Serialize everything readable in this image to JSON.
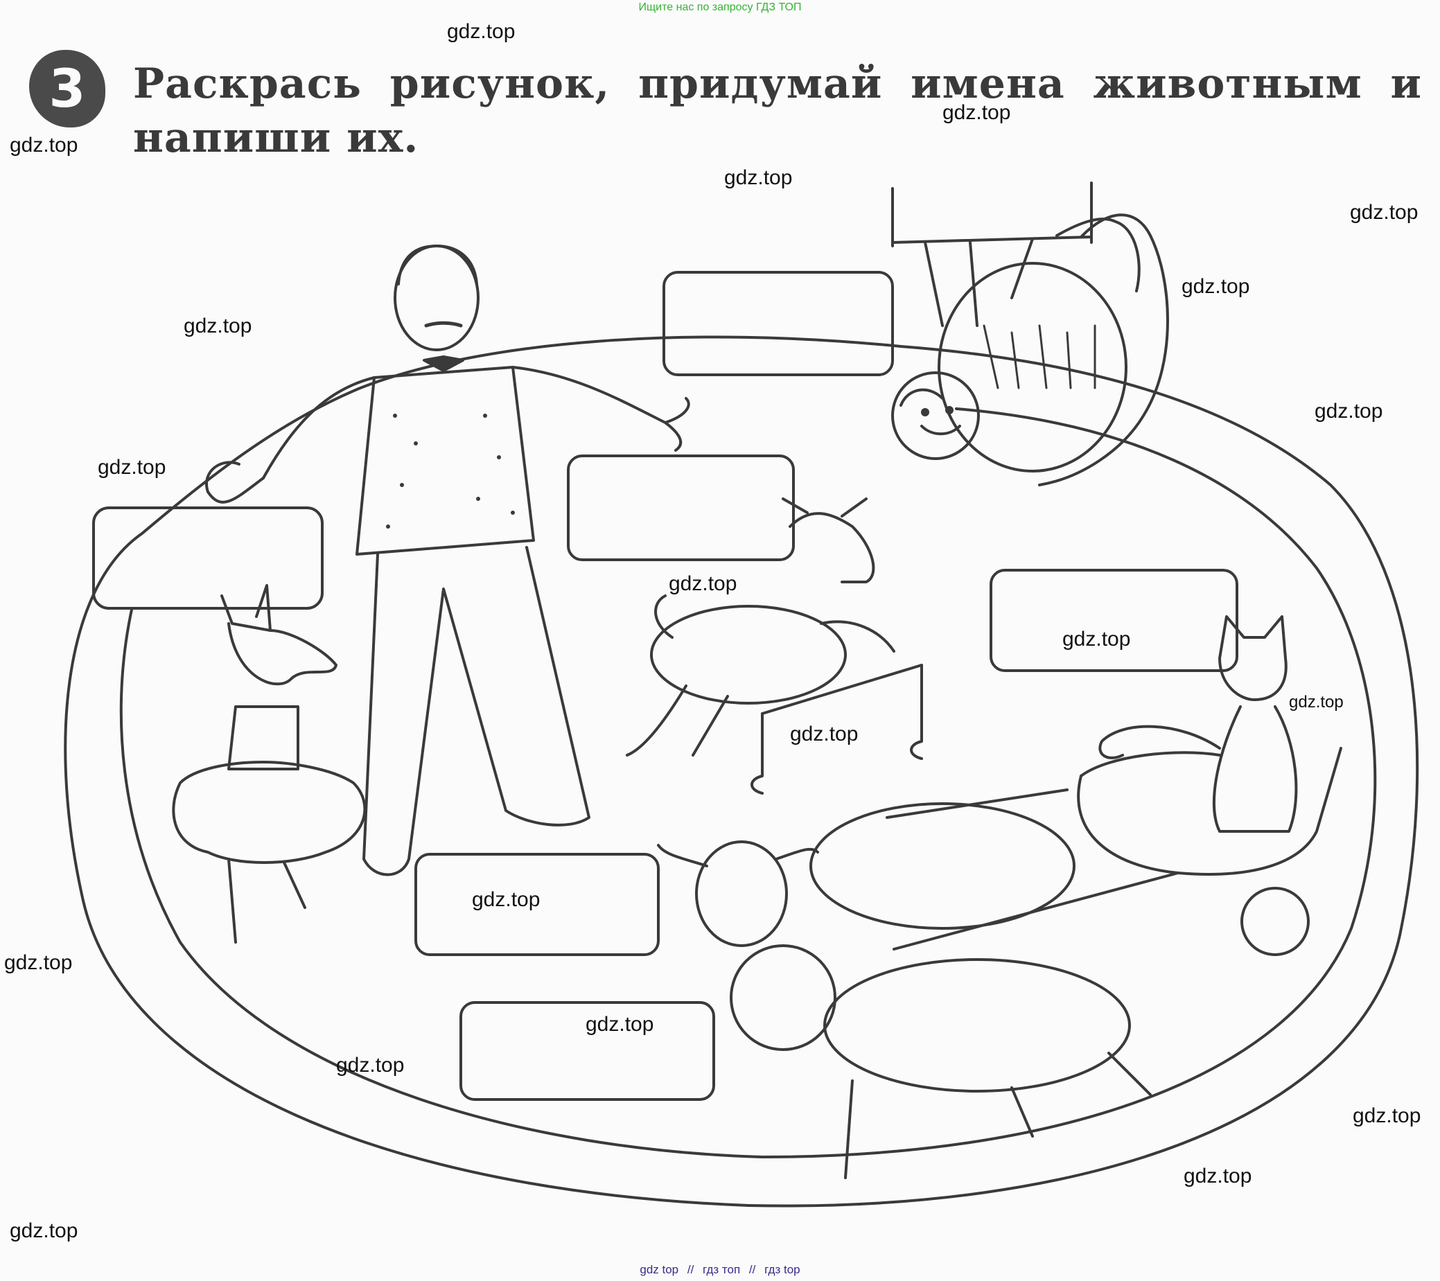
{
  "banner": {
    "text": "Ищите нас по запросу ГДЗ ТОП"
  },
  "exercise": {
    "number": "3",
    "instruction": "Раскрась рисунок, придумай имена животным и напиши их."
  },
  "name_boxes": [
    {
      "id": "monkey",
      "value": ""
    },
    {
      "id": "goat",
      "value": ""
    },
    {
      "id": "dog",
      "value": ""
    },
    {
      "id": "cat",
      "value": ""
    },
    {
      "id": "sheep_top",
      "value": ""
    },
    {
      "id": "sheep_bottom",
      "value": ""
    }
  ],
  "watermarks": {
    "w1": "gdz.top",
    "w2": "gdz.top",
    "w3": "gdz.top",
    "w4": "gdz.top",
    "w5": "gdz.top",
    "w6": "gdz.top",
    "w7": "gdz.top",
    "w8": "gdz.top",
    "w9": "gdz.top",
    "w10": "gdz.top",
    "w11": "gdz.top",
    "w12": "gdz.top",
    "w13": "gdz.top",
    "w14": "gdz.top",
    "w15": "gdz.top",
    "w16": "gdz.top",
    "w17": "gdz.top",
    "w18": "gdz.top",
    "w19": "gdz.top",
    "w20": "gdz.top"
  },
  "footer_links": [
    "gdz top",
    "//",
    "гдз топ",
    "//",
    "гдз top"
  ],
  "colors": {
    "banner": "#36b336",
    "footer": "#3a2a8a",
    "ink": "#3a3a3a"
  }
}
